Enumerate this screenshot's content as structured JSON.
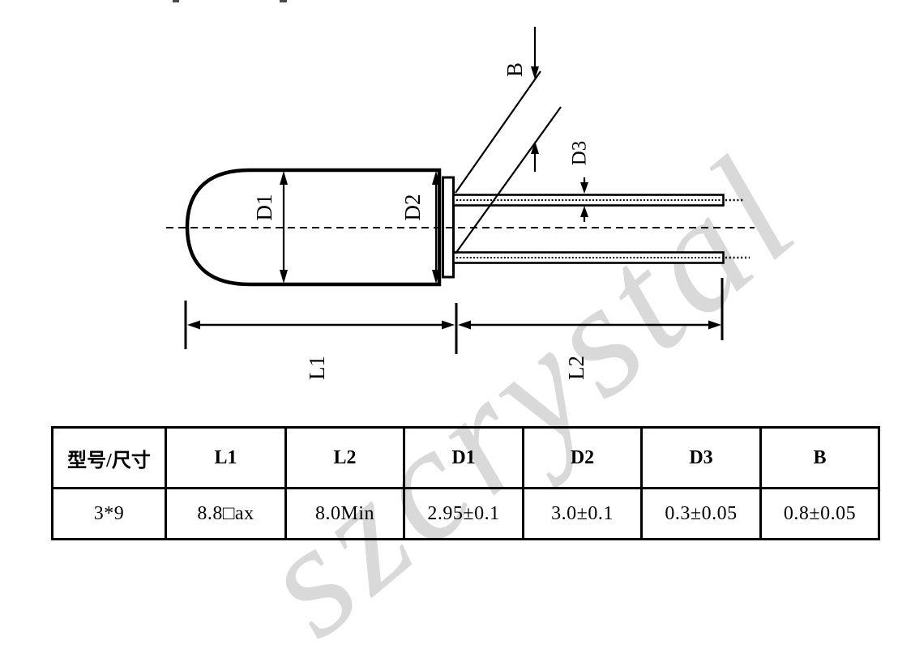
{
  "watermark": {
    "text": "szcrystal",
    "color": "#d9d9d9"
  },
  "diagram": {
    "labels": {
      "d1": "D1",
      "d2": "D2",
      "d3": "D3",
      "b": "B",
      "l1": "L1",
      "l2": "L2"
    }
  },
  "table": {
    "headers": [
      "型号/尺寸",
      "L1",
      "L2",
      "D1",
      "D2",
      "D3",
      "B"
    ],
    "rows": [
      [
        "3*9",
        "8.8□ax",
        "8.0Min",
        "2.95±0.1",
        "3.0±0.1",
        "0.3±0.05",
        "0.8±0.05"
      ]
    ]
  }
}
